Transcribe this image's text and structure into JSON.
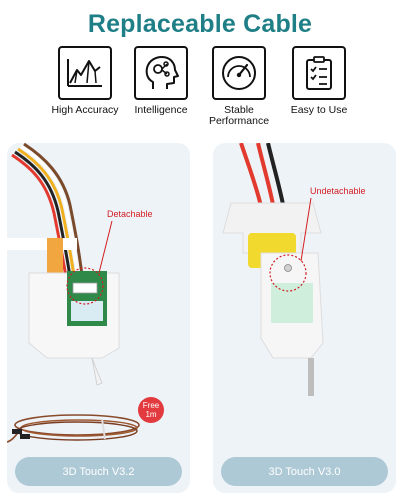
{
  "title": "Replaceable Cable",
  "features": [
    {
      "icon": "mountain-chart-icon",
      "label_line1": "High Accuracy",
      "label_line2": ""
    },
    {
      "icon": "head-gears-icon",
      "label_line1": "Intelligence",
      "label_line2": ""
    },
    {
      "icon": "speedometer-icon",
      "label_line1": "Stable",
      "label_line2": "Performance"
    },
    {
      "icon": "checklist-icon",
      "label_line1": "Easy to Use",
      "label_line2": ""
    }
  ],
  "left_panel": {
    "callout": "Detachable",
    "badge_line1": "Free",
    "badge_line2": "1m",
    "label": "3D Touch V3.2"
  },
  "right_panel": {
    "callout": "Undetachable",
    "label": "3D Touch V3.0"
  },
  "colors": {
    "title": "#1f7f87",
    "callout": "#d21e22",
    "panel_bg": "#eef3f8",
    "pill": "#aec9d6"
  }
}
